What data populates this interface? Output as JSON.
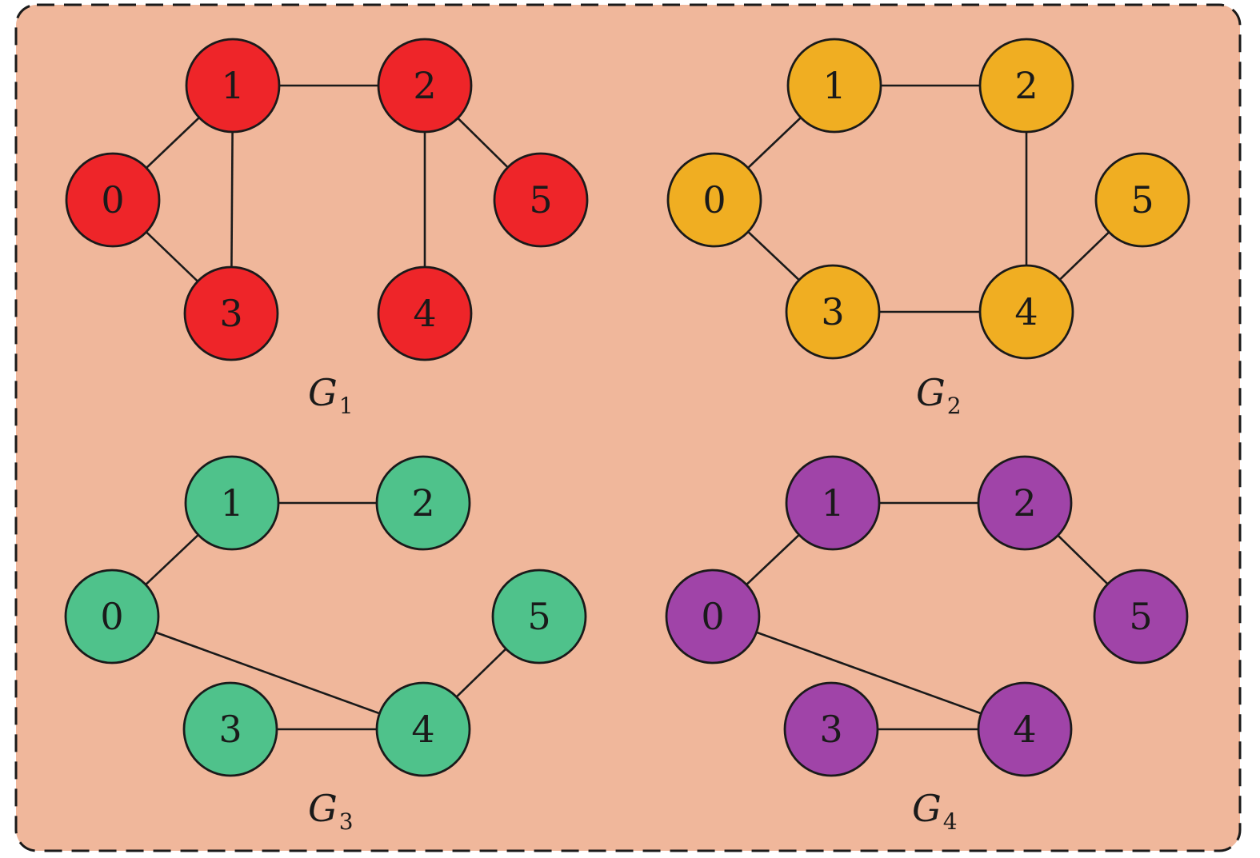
{
  "graphs": [
    {
      "id": "g1",
      "label": "G",
      "subscript": "1",
      "color": "#ee2529",
      "nodes": [
        "0",
        "1",
        "2",
        "3",
        "4",
        "5"
      ],
      "edges": [
        [
          "0",
          "1"
        ],
        [
          "0",
          "3"
        ],
        [
          "1",
          "2"
        ],
        [
          "1",
          "3"
        ],
        [
          "2",
          "4"
        ],
        [
          "2",
          "5"
        ]
      ]
    },
    {
      "id": "g2",
      "label": "G",
      "subscript": "2",
      "color": "#f0ae22",
      "nodes": [
        "0",
        "1",
        "2",
        "3",
        "4",
        "5"
      ],
      "edges": [
        [
          "0",
          "1"
        ],
        [
          "0",
          "3"
        ],
        [
          "1",
          "2"
        ],
        [
          "2",
          "4"
        ],
        [
          "3",
          "4"
        ],
        [
          "4",
          "5"
        ]
      ]
    },
    {
      "id": "g3",
      "label": "G",
      "subscript": "3",
      "color": "#4fc28b",
      "nodes": [
        "0",
        "1",
        "2",
        "3",
        "4",
        "5"
      ],
      "edges": [
        [
          "0",
          "1"
        ],
        [
          "1",
          "2"
        ],
        [
          "0",
          "4"
        ],
        [
          "3",
          "4"
        ],
        [
          "4",
          "5"
        ]
      ]
    },
    {
      "id": "g4",
      "label": "G",
      "subscript": "4",
      "color": "#a044a8",
      "nodes": [
        "0",
        "1",
        "2",
        "3",
        "4",
        "5"
      ],
      "edges": [
        [
          "0",
          "1"
        ],
        [
          "1",
          "2"
        ],
        [
          "2",
          "5"
        ],
        [
          "0",
          "4"
        ],
        [
          "3",
          "4"
        ]
      ]
    }
  ]
}
